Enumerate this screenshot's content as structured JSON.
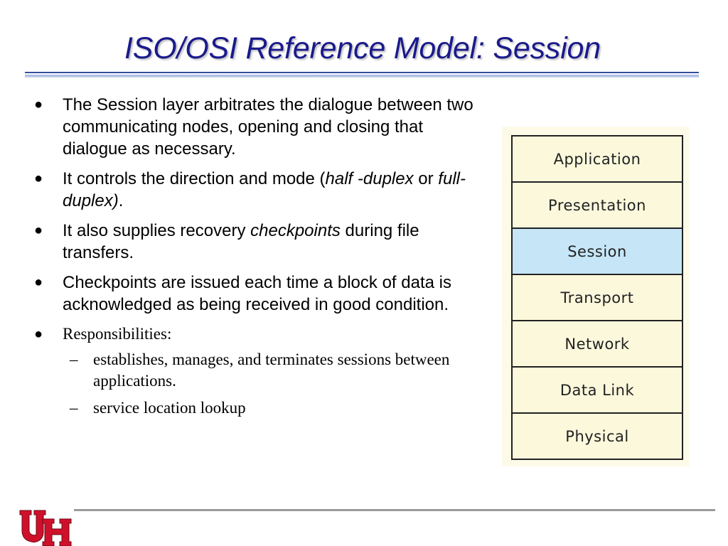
{
  "slide": {
    "title": "ISO/OSI Reference Model: Session",
    "bullets": {
      "b1": "The Session layer arbitrates the dialogue between two communicating nodes, opening and closing that dialogue as necessary.",
      "b2": {
        "pre": "It controls the direction and mode (",
        "em1": "half -duplex",
        "mid": " or ",
        "em2": "full-duplex)",
        "post": "."
      },
      "b3": {
        "pre": "It also supplies recovery ",
        "em": "checkpoints",
        "post": " during file transfers."
      },
      "b4": "Checkpoints are issued each time a block of data is acknowledged as being received in good condition.",
      "b5": "Responsibilities:",
      "subs": [
        "establishes, manages, and terminates sessions between applications.",
        "service location lookup"
      ]
    },
    "bullet_glyph": "●",
    "dash_glyph": "–",
    "layers": [
      "Application",
      "Presentation",
      "Session",
      "Transport",
      "Network",
      "Data Link",
      "Physical"
    ],
    "highlighted_layer": "Session",
    "colors": {
      "title": "#1a1a8c",
      "highlight": "#c6e6f8",
      "stack_bg": "#fbf8dc",
      "logo_red": "#d0102a"
    },
    "logo_icon": "uh-logo-icon"
  }
}
